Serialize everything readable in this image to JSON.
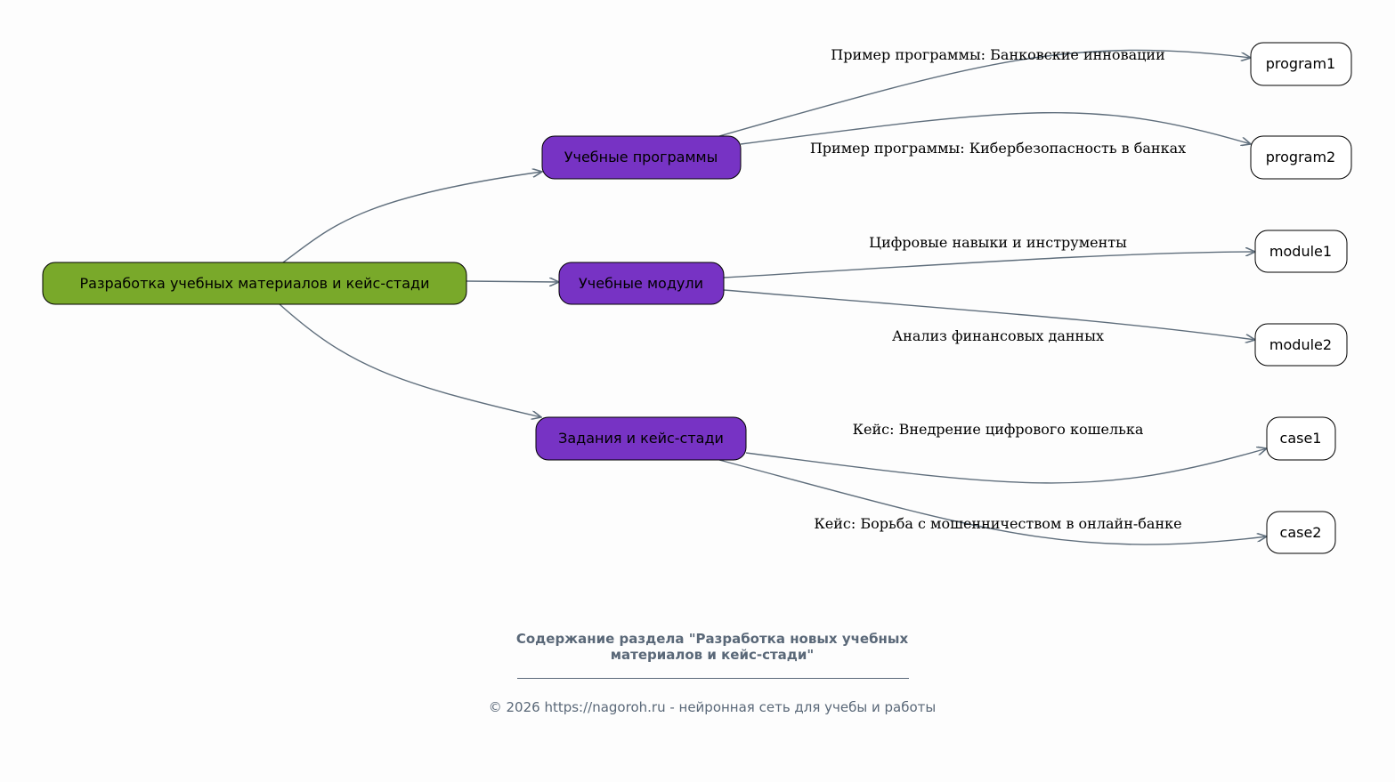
{
  "colors": {
    "root": "#79a92a",
    "category": "#7733c4",
    "leaf": "#ffffff",
    "edge": "#5f6e7c"
  },
  "nodes": {
    "root": "Разработка учебных материалов и кейс-стади",
    "programs": "Учебные программы",
    "modules": "Учебные модули",
    "cases": "Задания и кейс-стади",
    "program1": "program1",
    "program2": "program2",
    "module1": "module1",
    "module2": "module2",
    "case1": "case1",
    "case2": "case2"
  },
  "edge_labels": {
    "program1": "Пример программы: Банковские инновации",
    "program2": "Пример программы: Кибербезопасность в банках",
    "module1": "Цифровые навыки и инструменты",
    "module2": "Анализ финансовых данных",
    "case1": "Кейс: Внедрение цифрового кошелька",
    "case2": "Кейс: Борьба с мошенничеством в онлайн-банке"
  },
  "footer": {
    "title_line1": "Содержание раздела \"Разработка новых учебных",
    "title_line2": "материалов и кейс-стади\"",
    "copyright": "© 2026 https://nagoroh.ru - нейронная сеть для учебы и работы"
  }
}
